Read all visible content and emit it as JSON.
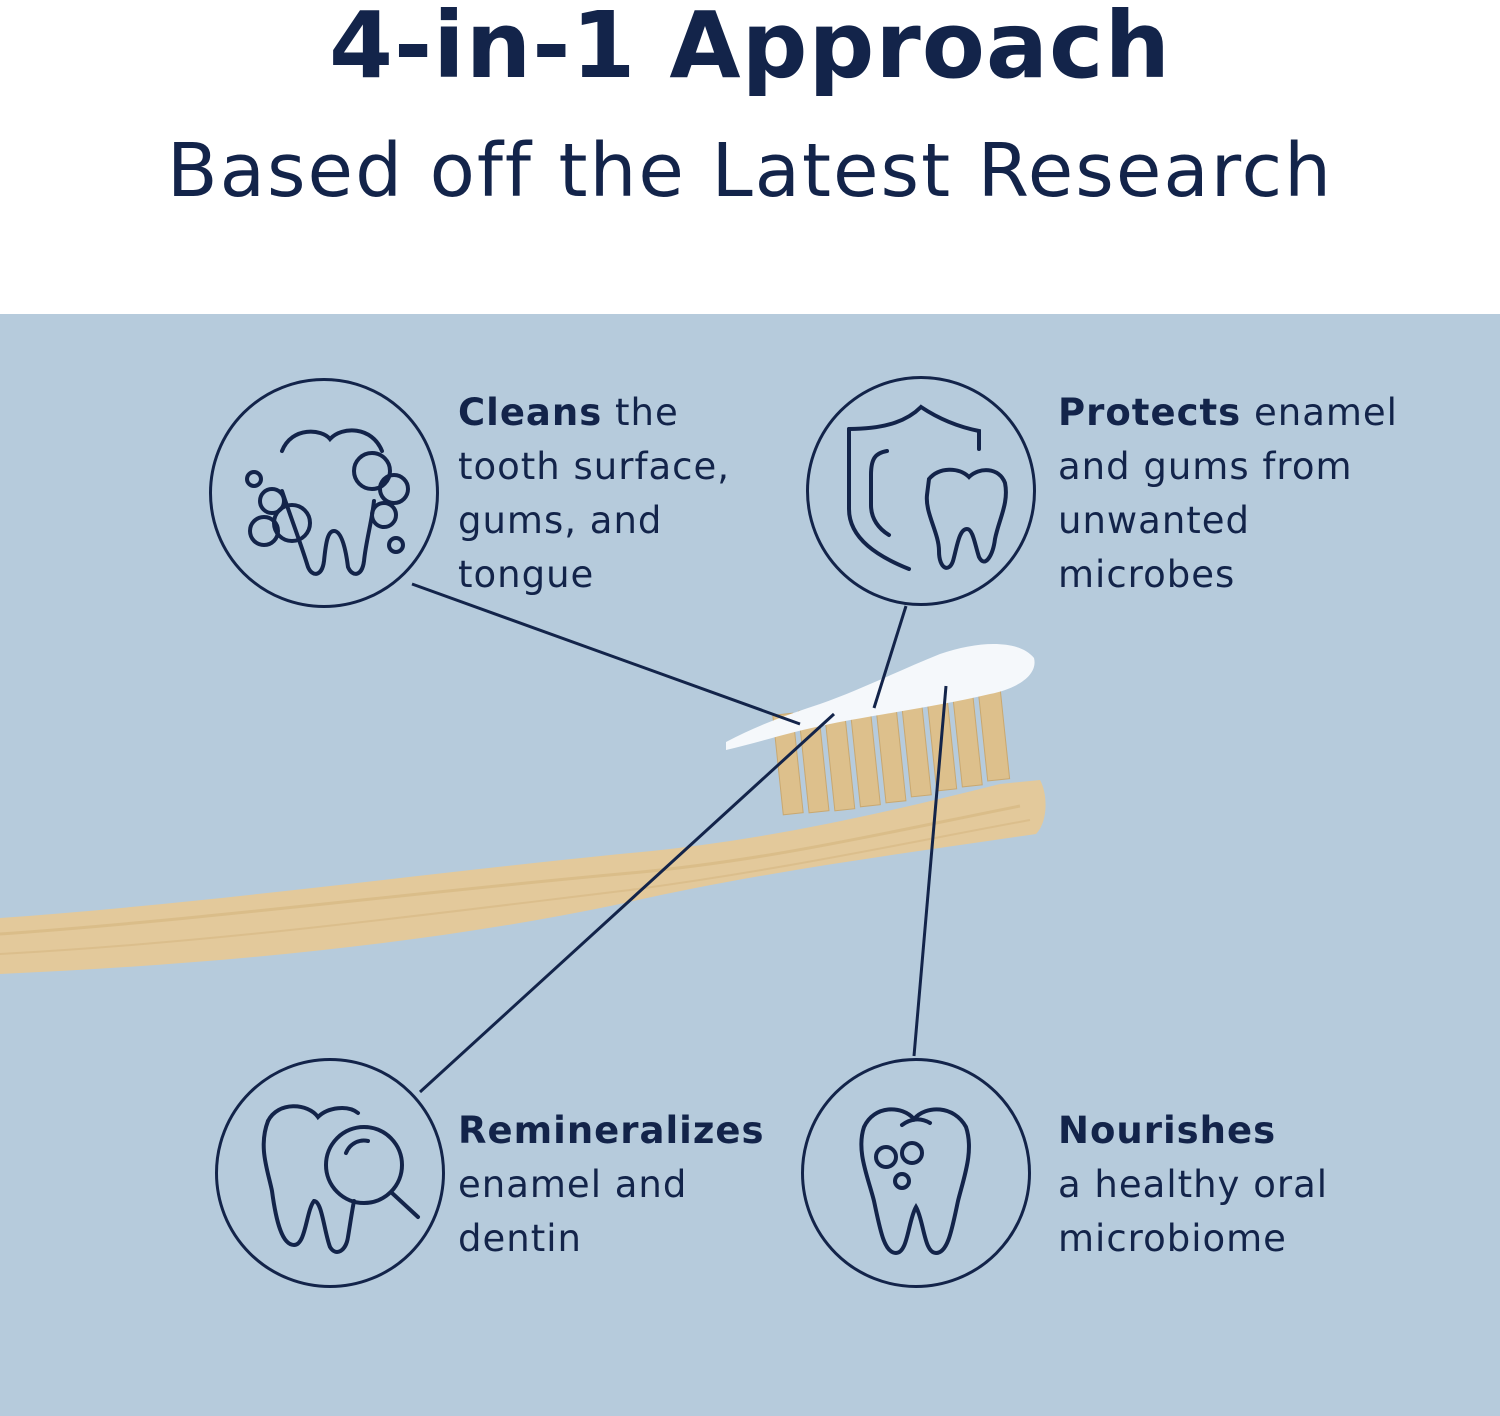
{
  "header": {
    "title": "4-in-1 Approach",
    "subtitle": "Based off the Latest Research"
  },
  "colors": {
    "navy": "#13244a",
    "background": "#b6cbdc",
    "bamboo": "#e3c99b",
    "paste": "#f5f8fb"
  },
  "features": [
    {
      "icon": "tooth-bubbles-icon",
      "bold": "Cleans",
      "lines": [
        " the",
        "tooth surface,",
        "gums, and",
        "tongue"
      ]
    },
    {
      "icon": "shield-tooth-icon",
      "bold": "Protects",
      "lines": [
        " enamel",
        "and gums from",
        "unwanted",
        "microbes"
      ]
    },
    {
      "icon": "tooth-magnifier-icon",
      "bold": "Remineralizes",
      "lines": [
        "",
        "enamel and",
        "dentin"
      ]
    },
    {
      "icon": "tooth-microbiome-icon",
      "bold": "Nourishes",
      "lines": [
        "",
        "a healthy oral",
        "microbiome"
      ]
    }
  ]
}
